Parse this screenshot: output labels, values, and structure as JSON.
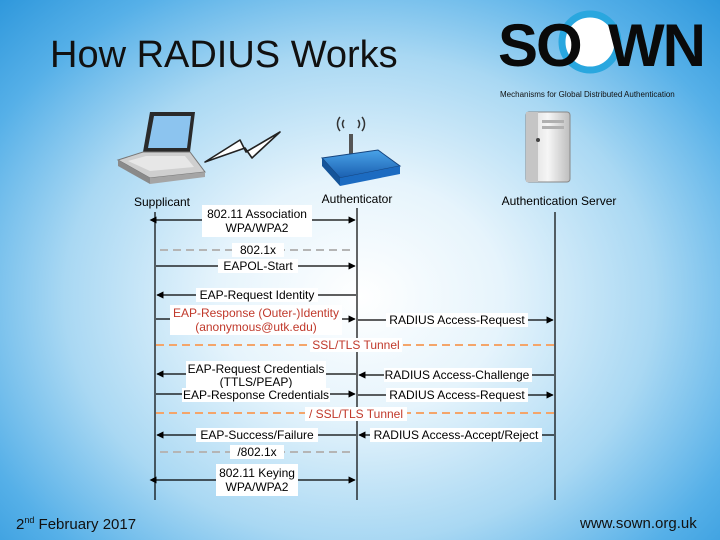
{
  "slide": {
    "title": "How RADIUS Works",
    "date_day": "2",
    "date_suffix": "nd",
    "date_rest": " February 2017",
    "url": "www.sown.org.uk"
  },
  "logo": {
    "text": "SOWN",
    "tagline": "Mechanisms for Global Distributed Authentication"
  },
  "actors": {
    "supplicant": "Supplicant",
    "authenticator": "Authenticator",
    "auth_server": "Authentication Server"
  },
  "messages": {
    "assoc1": "802.11 Association",
    "assoc2": "WPA/WPA2",
    "dot1x": "802.1x",
    "eapol_start": "EAPOL-Start",
    "eap_req_id": "EAP-Request Identity",
    "eap_resp_id1": "EAP-Response (Outer-)Identity",
    "eap_resp_id2": "(anonymous@utk.edu)",
    "radius_access_req1": "RADIUS Access-Request",
    "ssl_tunnel": "SSL/TLS Tunnel",
    "eap_req_cred1": "EAP-Request Credentials",
    "eap_req_cred2": "(TTLS/PEAP)",
    "radius_challenge": "RADIUS Access-Challenge",
    "eap_resp_cred": "EAP-Response Credentials",
    "radius_access_req2": "RADIUS Access-Request",
    "ssl_tunnel_end": "/ SSL/TLS Tunnel",
    "eap_success": "EAP-Success/Failure",
    "radius_accept": "RADIUS Access-Accept/Reject",
    "dot1x_end": "/802.1x",
    "keying1": "802.11 Keying",
    "keying2": "WPA/WPA2"
  },
  "colors": {
    "tunnel": "#f4a56a",
    "highlight": "#c0392b",
    "dot1x_line": "#b5b5b5",
    "logo_circle": "#29a7df"
  }
}
